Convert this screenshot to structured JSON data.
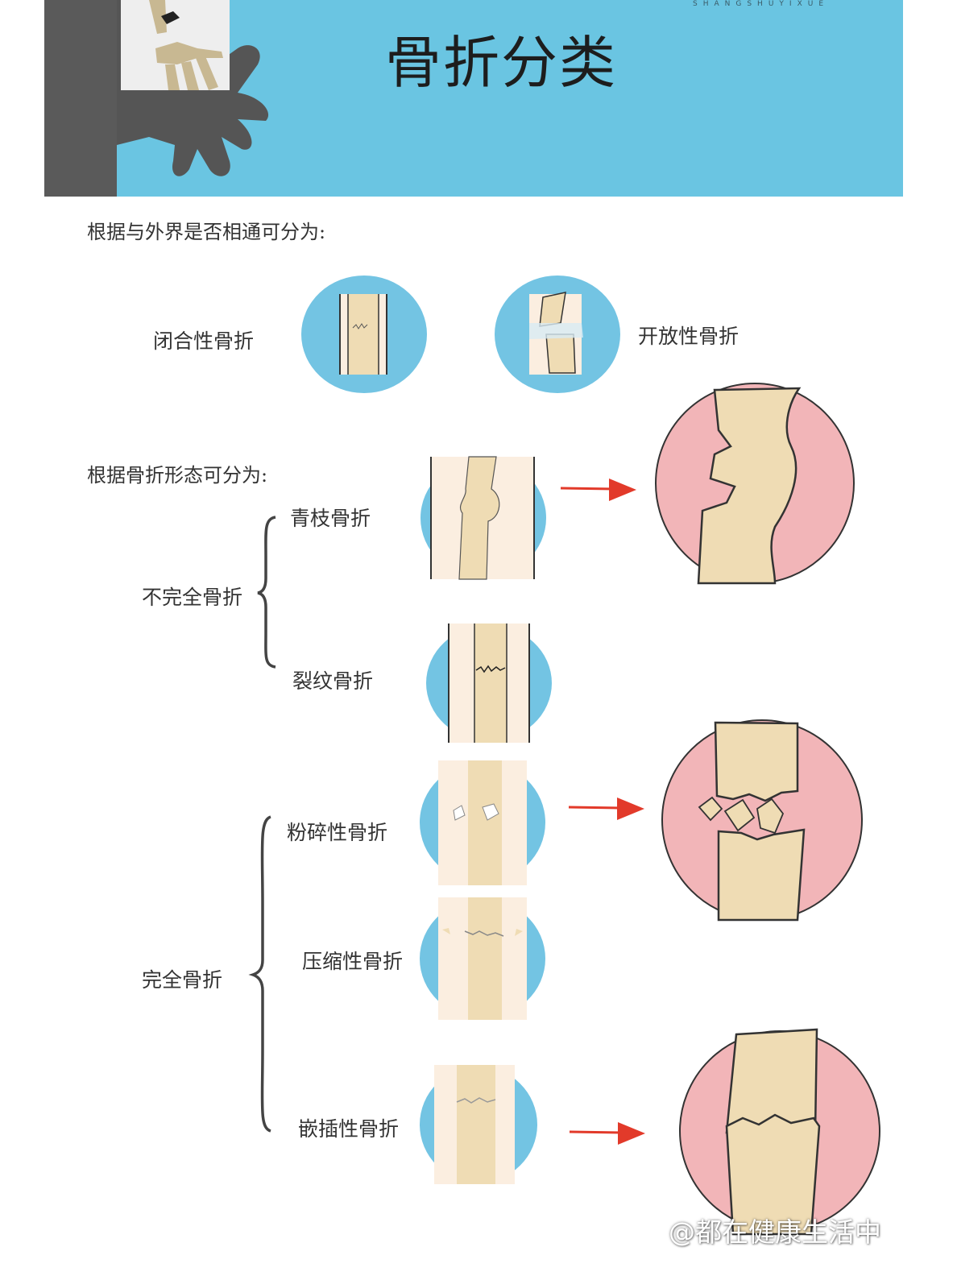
{
  "header": {
    "title": "骨折分类",
    "brand": "SHANGSHUYIXUE"
  },
  "section1": {
    "intro": "根据与外界是否相通可分为:",
    "closed_label": "闭合性骨折",
    "open_label": "开放性骨折"
  },
  "section2": {
    "intro": "根据骨折形态可分为:",
    "incomplete_group": "不完全骨折",
    "greenstick": "青枝骨折",
    "crack": "裂纹骨折",
    "complete_group": "完全骨折",
    "comminuted": "粉碎性骨折",
    "compression": "压缩性骨折",
    "impacted": "嵌插性骨折"
  },
  "watermark": "@都在健康生活中",
  "colors": {
    "header_blue": "#6ac5e2",
    "circle_blue": "#73c4e3",
    "circle_pink": "#f2b5b8",
    "bone": "#efdcb4",
    "arrow_red": "#e23a2a"
  }
}
